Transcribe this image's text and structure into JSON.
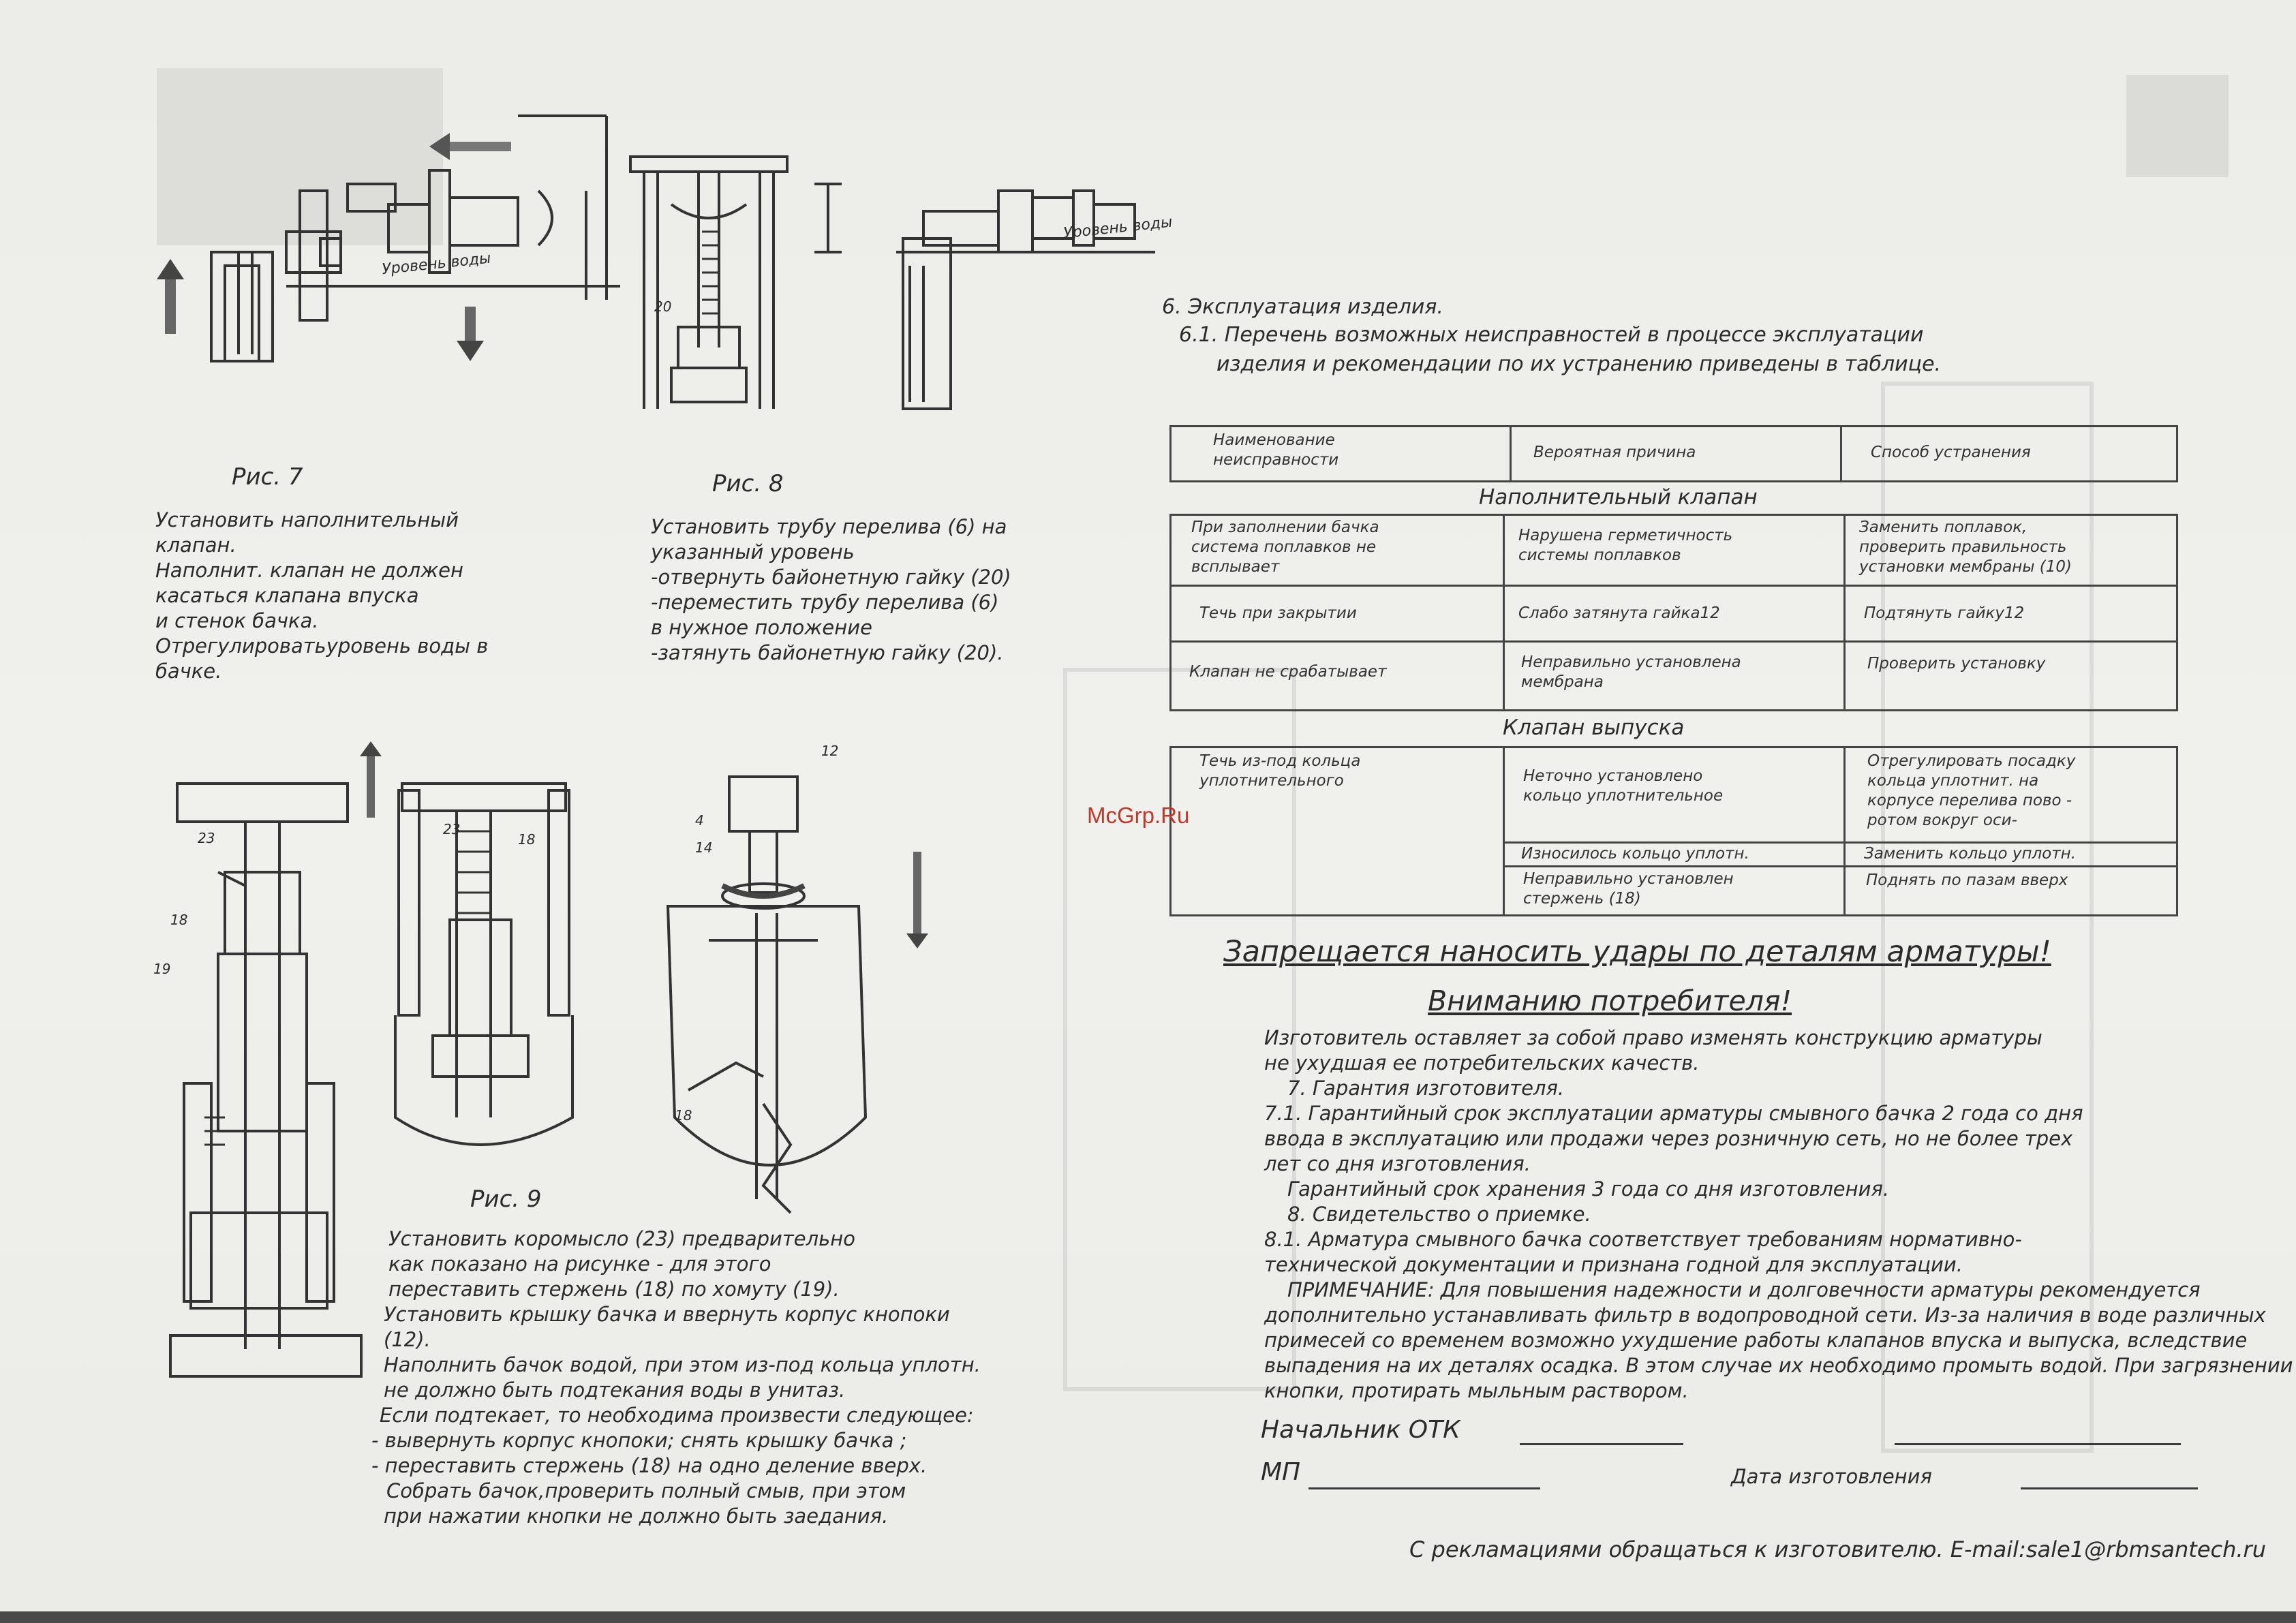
{
  "watermark": "McGrp.Ru",
  "figures": {
    "fig7": {
      "caption": "Рис. 7",
      "note": "Установить наполнительный клапан.\nНаполнит. клапан не должен\nкасаться клапана впуска\nи стенок бачка.\nОтрегулироватьуровень воды в\nбачке.",
      "label_level": "Уровень воды"
    },
    "fig8": {
      "caption": "Рис. 8",
      "note": "Установить трубу перелива (6) на\nуказанный уровень\n-отвернуть байонетную гайку (20)\n-переместить трубу перелива (6)\nв нужное положение\n-затянуть байонетную гайку (20).",
      "label_level": "Уровень воды",
      "callout_20": "20"
    },
    "fig9": {
      "caption": "Рис. 9",
      "callouts": [
        "23",
        "18",
        "19",
        "23",
        "18",
        "12",
        "4",
        "14",
        "18"
      ],
      "note_lines": [
        "Установить коромысло (23) предварительно",
        "как показано на рисунке - для этого",
        "переставить стержень (18) по хомуту (19).",
        "Установить крышку бачка и ввернуть корпус кнопоки (12).",
        "Наполнить бачок водой, при этом из-под кольца уплотн.",
        "не должно быть подтекания воды в унитаз.",
        "Если подтекает, то необходима произвести следующее:",
        "- вывернуть корпус кнопоки; снять крышку бачка ;",
        "- переставить стержень (18) на одно деление вверх.",
        "Собрать бачок,проверить полный смыв, при этом",
        "при нажатии кнопки не должно быть заедания."
      ]
    }
  },
  "section6": {
    "title": "6. Эксплуатация изделия.",
    "subtitle_line1": "6.1. Перечень возможных неисправностей в процессе эксплуатации",
    "subtitle_line2": "изделия и рекомендации по их устранению приведены в таблице."
  },
  "table": {
    "headers": [
      "Наименование\nнеисправности",
      "Вероятная причина",
      "Способ устранения"
    ],
    "group1": "Наполнительный клапан",
    "rows1": [
      [
        "При заполнении бачка\nсистема поплавков не\nвсплывает",
        "Нарушена герметичность\nсистемы поплавков",
        "Заменить поплавок,\nпроверить правильность\nустановки мембраны (10)"
      ],
      [
        "Течь при закрытии",
        "Слабо затянута гайка12",
        "Подтянуть гайку12"
      ],
      [
        "Клапан не срабатывает",
        "Неправильно установлена\nмембрана",
        "Проверить установку"
      ]
    ],
    "group2": "Клапан выпуска",
    "rows2_col1": "Течь из-под кольца\nуплотнительного",
    "rows2": [
      [
        "Неточно установлено\nкольцо уплотнительное",
        "Отрегулировать посадку\nкольца уплотнит. на\nкорпусе перелива пово -\nротом вокруг оси-"
      ],
      [
        "Износилось кольцо уплотн.",
        "Заменить кольцо уплотн."
      ],
      [
        "Неправильно установлен\nстержень (18)",
        "Поднять по пазам вверх"
      ]
    ]
  },
  "warning": "Запрещается наносить удары по деталям арматуры!",
  "attention": "Вниманию потребителя!",
  "body_lines": [
    "Изготовитель оставляет за собой право изменять конструкцию арматуры",
    "не ухудшая ее потребительских качеств.",
    "7. Гарантия изготовителя.",
    "7.1. Гарантийный срок эксплуатации арматуры смывного бачка 2 года со дня",
    "ввода в эксплуатацию или продажи через розничную сеть, но не более трех",
    "лет со дня изготовления.",
    "Гарантийный срок хранения 3 года со дня изготовления.",
    "8. Свидетельство о приемке.",
    "8.1. Арматура смывного бачка соответствует требованиям нормативно-",
    "технической документации и признана годной для эксплуатации.",
    "ПРИМЕЧАНИЕ: Для повышения надежности и долговечности арматуры рекомендуется",
    "дополнительно устанавливать фильтр в водопроводной сети. Из-за наличия в воде различных",
    "примесей со временем возможно ухудшение работы клапанов впуска и выпуска, вследствие",
    "выпадения на их деталях осадка. В этом случае их необходимо промыть водой. При загрязнении",
    "кнопки, протирать мыльным раствором."
  ],
  "signature": {
    "otk": "Начальник ОТК",
    "mp": "МП",
    "date": "Дата изготовления"
  },
  "footer": "С рекламациями обращаться к изготовителю. E-mail:sale1@rbmsantech.ru"
}
